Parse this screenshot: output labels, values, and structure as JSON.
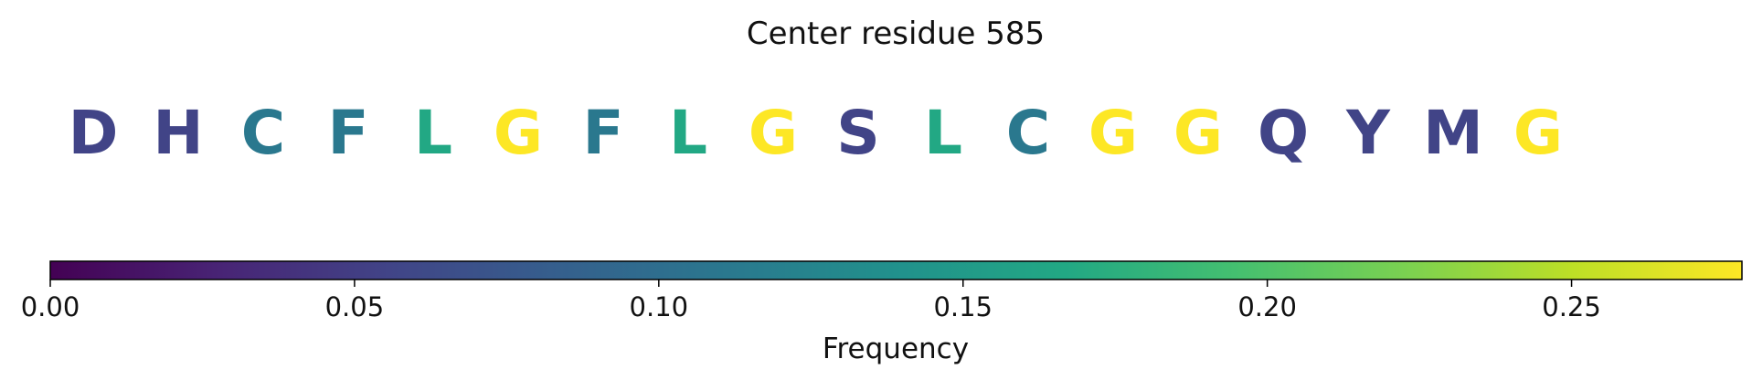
{
  "chart_data": {
    "type": "sequence-logo",
    "title": "Center residue 585",
    "xlabel": "Frequency",
    "colormap": "viridis",
    "color_range": [
      0.0,
      0.278
    ],
    "residues": [
      {
        "letter": "D",
        "frequency": 0.056
      },
      {
        "letter": "H",
        "frequency": 0.056
      },
      {
        "letter": "C",
        "frequency": 0.111
      },
      {
        "letter": "F",
        "frequency": 0.111
      },
      {
        "letter": "L",
        "frequency": 0.167
      },
      {
        "letter": "G",
        "frequency": 0.278
      },
      {
        "letter": "F",
        "frequency": 0.111
      },
      {
        "letter": "L",
        "frequency": 0.167
      },
      {
        "letter": "G",
        "frequency": 0.278
      },
      {
        "letter": "S",
        "frequency": 0.056
      },
      {
        "letter": "L",
        "frequency": 0.167
      },
      {
        "letter": "C",
        "frequency": 0.111
      },
      {
        "letter": "G",
        "frequency": 0.278
      },
      {
        "letter": "G",
        "frequency": 0.278
      },
      {
        "letter": "Q",
        "frequency": 0.056
      },
      {
        "letter": "Y",
        "frequency": 0.056
      },
      {
        "letter": "M",
        "frequency": 0.056
      },
      {
        "letter": "G",
        "frequency": 0.278
      }
    ],
    "colorbar_ticks": [
      {
        "value": 0.0,
        "label": "0.00"
      },
      {
        "value": 0.05,
        "label": "0.05"
      },
      {
        "value": 0.1,
        "label": "0.10"
      },
      {
        "value": 0.15,
        "label": "0.15"
      },
      {
        "value": 0.2,
        "label": "0.20"
      },
      {
        "value": 0.25,
        "label": "0.25"
      }
    ]
  }
}
